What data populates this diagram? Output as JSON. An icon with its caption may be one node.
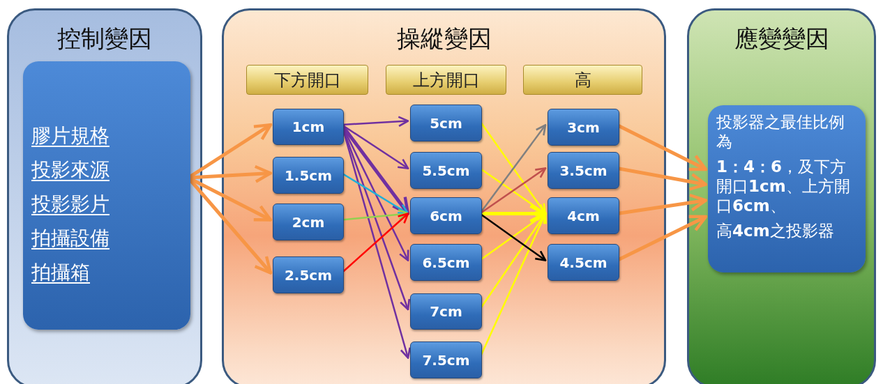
{
  "diagram": {
    "nodes": [
      {
        "text": [
          "控制變因"
        ]
      },
      {
        "text": [
          "膠片規格",
          "投影來源",
          "投影影片",
          "拍攝設備",
          "拍攝箱"
        ],
        "in": 0
      },
      {
        "text": [
          "操縱變因"
        ]
      },
      {
        "text": [
          "下方開口"
        ],
        "in": 2
      },
      {
        "text": [
          "上方開口"
        ],
        "in": 2
      },
      {
        "text": [
          "高"
        ],
        "in": 2
      },
      {
        "text": [
          "1cm"
        ],
        "in": 2
      },
      {
        "text": [
          "1.5cm"
        ],
        "in": 2
      },
      {
        "text": [
          "2cm"
        ],
        "in": 2
      },
      {
        "text": [
          "2.5cm"
        ],
        "in": 2
      },
      {
        "text": [
          "5cm"
        ],
        "in": 2
      },
      {
        "text": [
          "5.5cm"
        ],
        "in": 2
      },
      {
        "text": [
          "6cm"
        ],
        "in": 2
      },
      {
        "text": [
          "6.5cm"
        ],
        "in": 2
      },
      {
        "text": [
          "7cm"
        ],
        "in": 2
      },
      {
        "text": [
          "7.5cm"
        ],
        "in": 2
      },
      {
        "text": [
          "3cm"
        ],
        "in": 2
      },
      {
        "text": [
          "3.5cm"
        ],
        "in": 2
      },
      {
        "text": [
          "4cm"
        ],
        "in": 2
      },
      {
        "text": [
          "4.5cm"
        ],
        "in": 2
      },
      {
        "text": [
          "應變變因"
        ]
      },
      {
        "text": [
          "投影器之最佳比例為",
          "**1：4：6**，及下方開口**1cm**、上方開口**6cm**、",
          "高**4cm**之投影器"
        ],
        "in": 20
      }
    ],
    "edges": [
      {
        "from": 1,
        "to": 6,
        "arrow": "to",
        "style": "thick",
        "color": "#f79646"
      },
      {
        "from": 1,
        "to": 7,
        "arrow": "to",
        "style": "thick",
        "color": "#f79646"
      },
      {
        "from": 1,
        "to": 8,
        "arrow": "to",
        "style": "thick",
        "color": "#f79646"
      },
      {
        "from": 1,
        "to": 9,
        "arrow": "to",
        "style": "thick",
        "color": "#f79646"
      },
      {
        "from": 6,
        "to": 10,
        "arrow": "to",
        "color": "#7030a0"
      },
      {
        "from": 6,
        "to": 11,
        "arrow": "to",
        "color": "#7030a0"
      },
      {
        "from": 6,
        "to": 12,
        "arrow": "to",
        "style": "thick",
        "color": "#7030a0"
      },
      {
        "from": 6,
        "to": 13,
        "arrow": "to",
        "color": "#7030a0"
      },
      {
        "from": 6,
        "to": 14,
        "arrow": "to",
        "color": "#7030a0"
      },
      {
        "from": 6,
        "to": 15,
        "arrow": "to",
        "color": "#7030a0"
      },
      {
        "from": 7,
        "to": 12,
        "arrow": "to",
        "color": "#1fb0d8"
      },
      {
        "from": 8,
        "to": 12,
        "arrow": "to",
        "color": "#92d050"
      },
      {
        "from": 9,
        "to": 12,
        "arrow": "to",
        "color": "#ff0000"
      },
      {
        "from": 10,
        "to": 18,
        "arrow": "to",
        "color": "#ffff00"
      },
      {
        "from": 11,
        "to": 18,
        "arrow": "to",
        "color": "#ffff00"
      },
      {
        "from": 12,
        "to": 18,
        "arrow": "to",
        "style": "thick",
        "color": "#ffff00"
      },
      {
        "from": 13,
        "to": 18,
        "arrow": "to",
        "color": "#ffff00"
      },
      {
        "from": 14,
        "to": 18,
        "arrow": "to",
        "color": "#ffff00"
      },
      {
        "from": 15,
        "to": 18,
        "arrow": "to",
        "color": "#ffff00"
      },
      {
        "from": 12,
        "to": 16,
        "arrow": "to",
        "color": "#808080"
      },
      {
        "from": 12,
        "to": 17,
        "arrow": "to",
        "color": "#c0504d"
      },
      {
        "from": 12,
        "to": 19,
        "arrow": "to",
        "color": "#000000"
      },
      {
        "from": 16,
        "to": 21,
        "arrow": "to",
        "style": "thick",
        "color": "#f79646"
      },
      {
        "from": 17,
        "to": 21,
        "arrow": "to",
        "style": "thick",
        "color": "#f79646"
      },
      {
        "from": 18,
        "to": 21,
        "arrow": "to",
        "style": "thick",
        "color": "#f79646"
      },
      {
        "from": 19,
        "to": 21,
        "arrow": "to",
        "style": "thick",
        "color": "#f79646"
      }
    ]
  }
}
